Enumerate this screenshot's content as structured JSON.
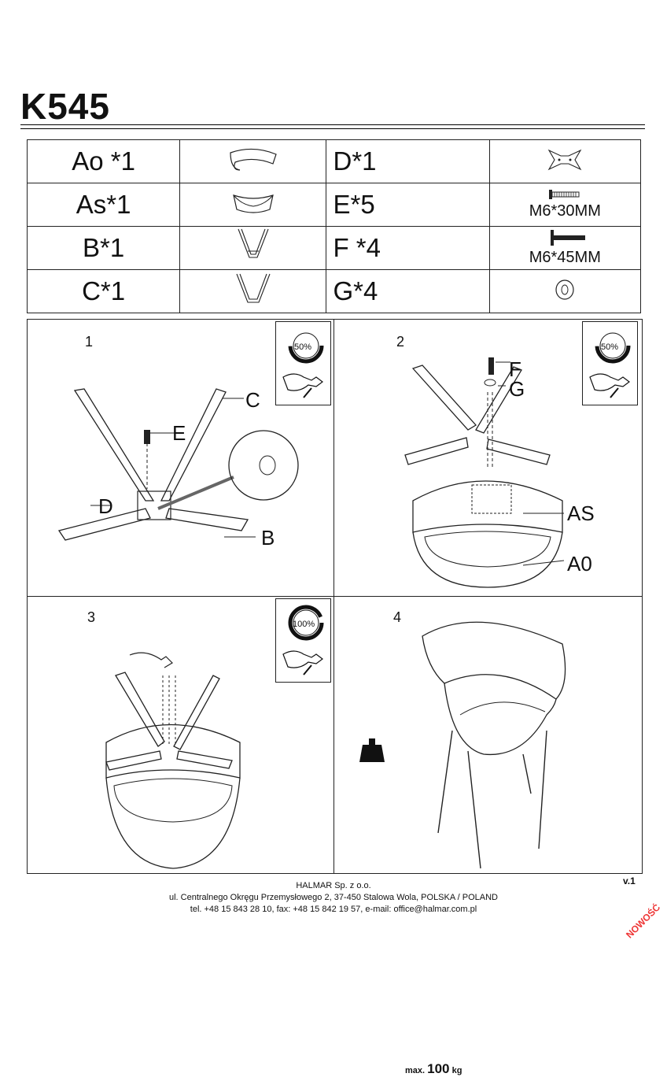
{
  "title": "K545",
  "parts": [
    {
      "label": "Ao *1",
      "icon": "backrest-shell-icon",
      "hw_label": "D*1",
      "hw_icon": "cross-plate-icon",
      "hw_text": ""
    },
    {
      "label": "As*1",
      "icon": "seat-shell-icon",
      "hw_label": "E*5",
      "hw_icon": "short-screw-icon",
      "hw_text": "M6*30MM"
    },
    {
      "label": "B*1",
      "icon": "leg-frame-icon",
      "hw_label": "F *4",
      "hw_icon": "long-bolt-icon",
      "hw_text": "M6*45MM"
    },
    {
      "label": "C*1",
      "icon": "leg-frame-icon",
      "hw_label": "G*4",
      "hw_icon": "washer-icon",
      "hw_text": ""
    }
  ],
  "steps": [
    {
      "number": "1",
      "torque": "50%",
      "labels": [
        "C",
        "E",
        "D",
        "B"
      ]
    },
    {
      "number": "2",
      "torque": "50%",
      "labels": [
        "F",
        "G",
        "AS",
        "A0"
      ]
    },
    {
      "number": "3",
      "torque": "100%",
      "labels": []
    },
    {
      "number": "4",
      "torque": "",
      "labels": [],
      "weight_prefix": "max.",
      "weight_value": "100",
      "weight_unit": "kg"
    }
  ],
  "version": "v.1",
  "footer": {
    "company": "HALMAR Sp. z o.o.",
    "address": "ul. Centralnego Okręgu Przemysłowego 2, 37-450 Stalowa Wola, POLSKA / POLAND",
    "contact": "tel. +48 15 843 28 10, fax: +48 15 842 19 57, e-mail: office@halmar.com.pl"
  },
  "badge": "NOWOŚĆ"
}
